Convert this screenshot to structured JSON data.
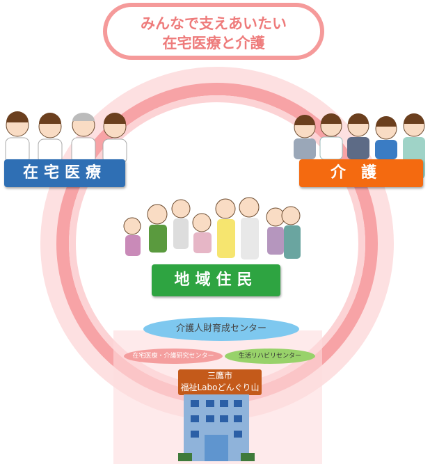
{
  "title": {
    "line1": "みんなで支えあいたい",
    "line2": "在宅医療と介護"
  },
  "groups": {
    "home_medical": "在宅医療",
    "care": "介護",
    "residents": "地域住民"
  },
  "centers": {
    "training": "介護人財育成センター",
    "research": "在宅医療・介護研究センター",
    "rehab": "生活リハビリセンター"
  },
  "facility": {
    "line1": "三鷹市",
    "line2": "福祉Laboどんぐり山"
  },
  "colors": {
    "ring": "#f7a3a6",
    "home": "#2f6fb4",
    "care": "#f46a10",
    "residents": "#2ea441"
  }
}
